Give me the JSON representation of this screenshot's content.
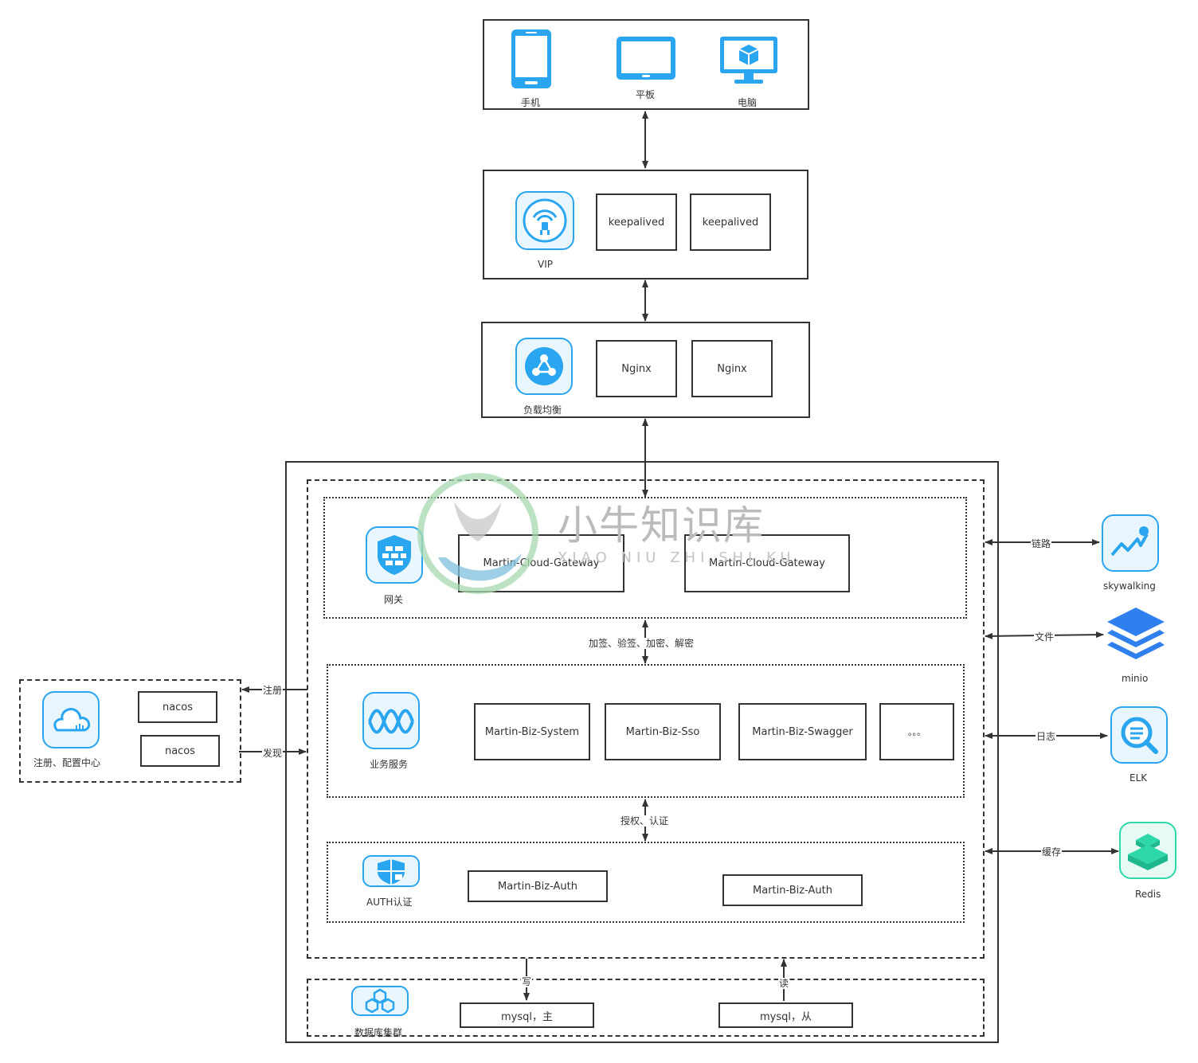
{
  "clients": {
    "phone_label": "手机",
    "tablet_label": "平板",
    "pc_label": "电脑"
  },
  "vip": {
    "label": "VIP",
    "nodes": [
      "keepalived",
      "keepalived"
    ]
  },
  "lb": {
    "label": "负载均衡",
    "nodes": [
      "Nginx",
      "Nginx"
    ]
  },
  "gateway": {
    "label": "网关",
    "nodes": [
      "Martin-Cloud-Gateway",
      "Martin-Cloud-Gateway"
    ]
  },
  "gateway_to_biz_label": "加签、验签、加密、解密",
  "biz": {
    "label": "业务服务",
    "nodes": [
      "Martin-Biz-System",
      "Martin-Biz-Sso",
      "Martin-Biz-Swagger",
      "。。。"
    ]
  },
  "biz_to_auth_label": "授权、认证",
  "auth": {
    "label": "AUTH认证",
    "nodes": [
      "Martin-Biz-Auth",
      "Martin-Biz-Auth"
    ]
  },
  "db": {
    "label": "数据库集群",
    "master": "mysql，主",
    "slave": "mysql，从",
    "write_label": "写",
    "read_label": "读"
  },
  "registry": {
    "label": "注册、配置中心",
    "nodes": [
      "nacos",
      "nacos"
    ],
    "register_label": "注册",
    "discover_label": "发现"
  },
  "external": [
    {
      "name": "skywalking",
      "edge_label": "链路"
    },
    {
      "name": "minio",
      "edge_label": "文件"
    },
    {
      "name": "ELK",
      "edge_label": "日志"
    },
    {
      "name": "Redis",
      "edge_label": "缓存"
    }
  ],
  "watermark": {
    "title": "小牛知识库",
    "subtitle": "XIAO NIU ZHI SHI KU"
  },
  "colors": {
    "icon_blue": "#2aa5f0",
    "icon_bg": "#e9f6fe",
    "redis_green": "#2ed8a8",
    "minio_blue": "#2f7fee",
    "stroke": "#333333"
  }
}
